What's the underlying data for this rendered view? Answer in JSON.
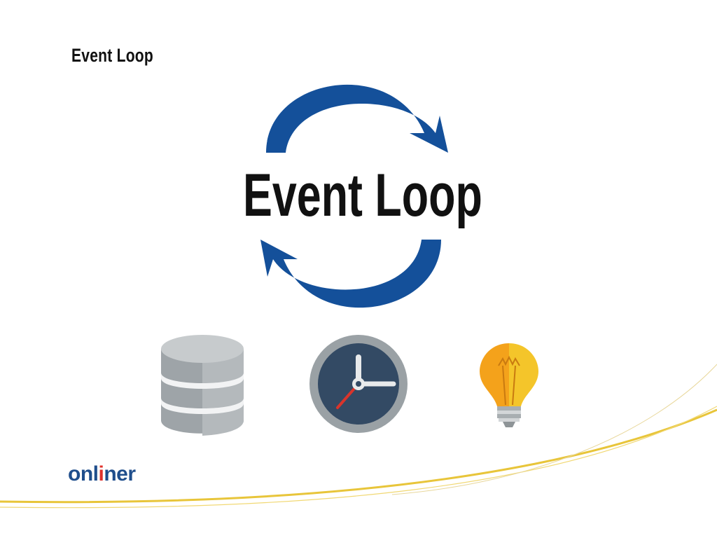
{
  "slide": {
    "title": "Event Loop",
    "center_label": "Event Loop"
  },
  "logo": {
    "part1": "onl",
    "accent": "i",
    "part2": "ner"
  },
  "colors": {
    "arrow": "#14509a",
    "logo_blue": "#1f4e8c",
    "logo_accent": "#e0312b",
    "swoosh": "#e8c53a"
  },
  "icons": [
    "database-icon",
    "clock-icon",
    "light-bulb-icon"
  ]
}
